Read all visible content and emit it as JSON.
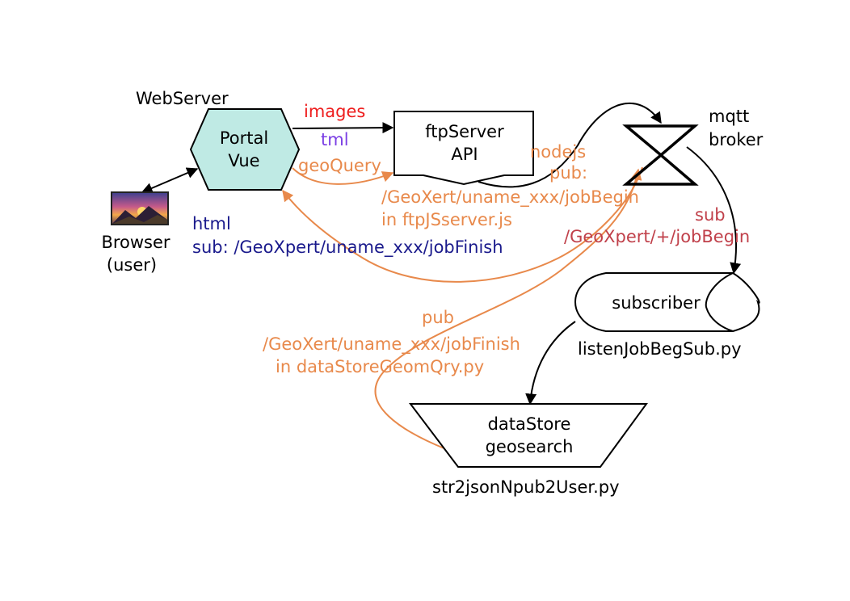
{
  "colors": {
    "black": "#000000",
    "orange": "#e8894b",
    "navy": "#1a1a8c",
    "red": "#ee1c1c",
    "purple": "#7b3fe4",
    "darkred": "#c0404a",
    "hex_fill": "#bfeae4"
  },
  "webserver": {
    "label": "WebServer"
  },
  "portal": {
    "line1": "Portal",
    "line2": "Vue"
  },
  "browser": {
    "line1": "Browser",
    "line2": "(user)",
    "icon": "landscape-picture-icon"
  },
  "ftp": {
    "line1": "ftpServer",
    "line2": "API"
  },
  "broker": {
    "line1": "mqtt",
    "line2": "broker",
    "icon": "hourglass-icon"
  },
  "subscriber": {
    "label": "subscriber",
    "script": "listenJobBegSub.py"
  },
  "datastore": {
    "line1": "dataStore",
    "line2": "geosearch",
    "script": "str2jsonNpub2User.py"
  },
  "arrows": {
    "images": "images",
    "tml": "tml",
    "geoquery": "geoQuery",
    "nodejs": "nodejs",
    "pub_top": "pub:",
    "topic_begin": "/GeoXert/uname_xxx/jobBegin",
    "in_ftp": "in ftpJSserver.js",
    "html": "html",
    "sub_finish": "sub: /GeoXpert/uname_xxx/jobFinish",
    "sub_label": "sub",
    "sub_topic": "/GeoXpert/+/jobBegin",
    "pub_bottom": "pub",
    "topic_finish": "/GeoXert/uname_xxx/jobFinish",
    "in_datastore": "in dataStoreGeomQry.py"
  }
}
